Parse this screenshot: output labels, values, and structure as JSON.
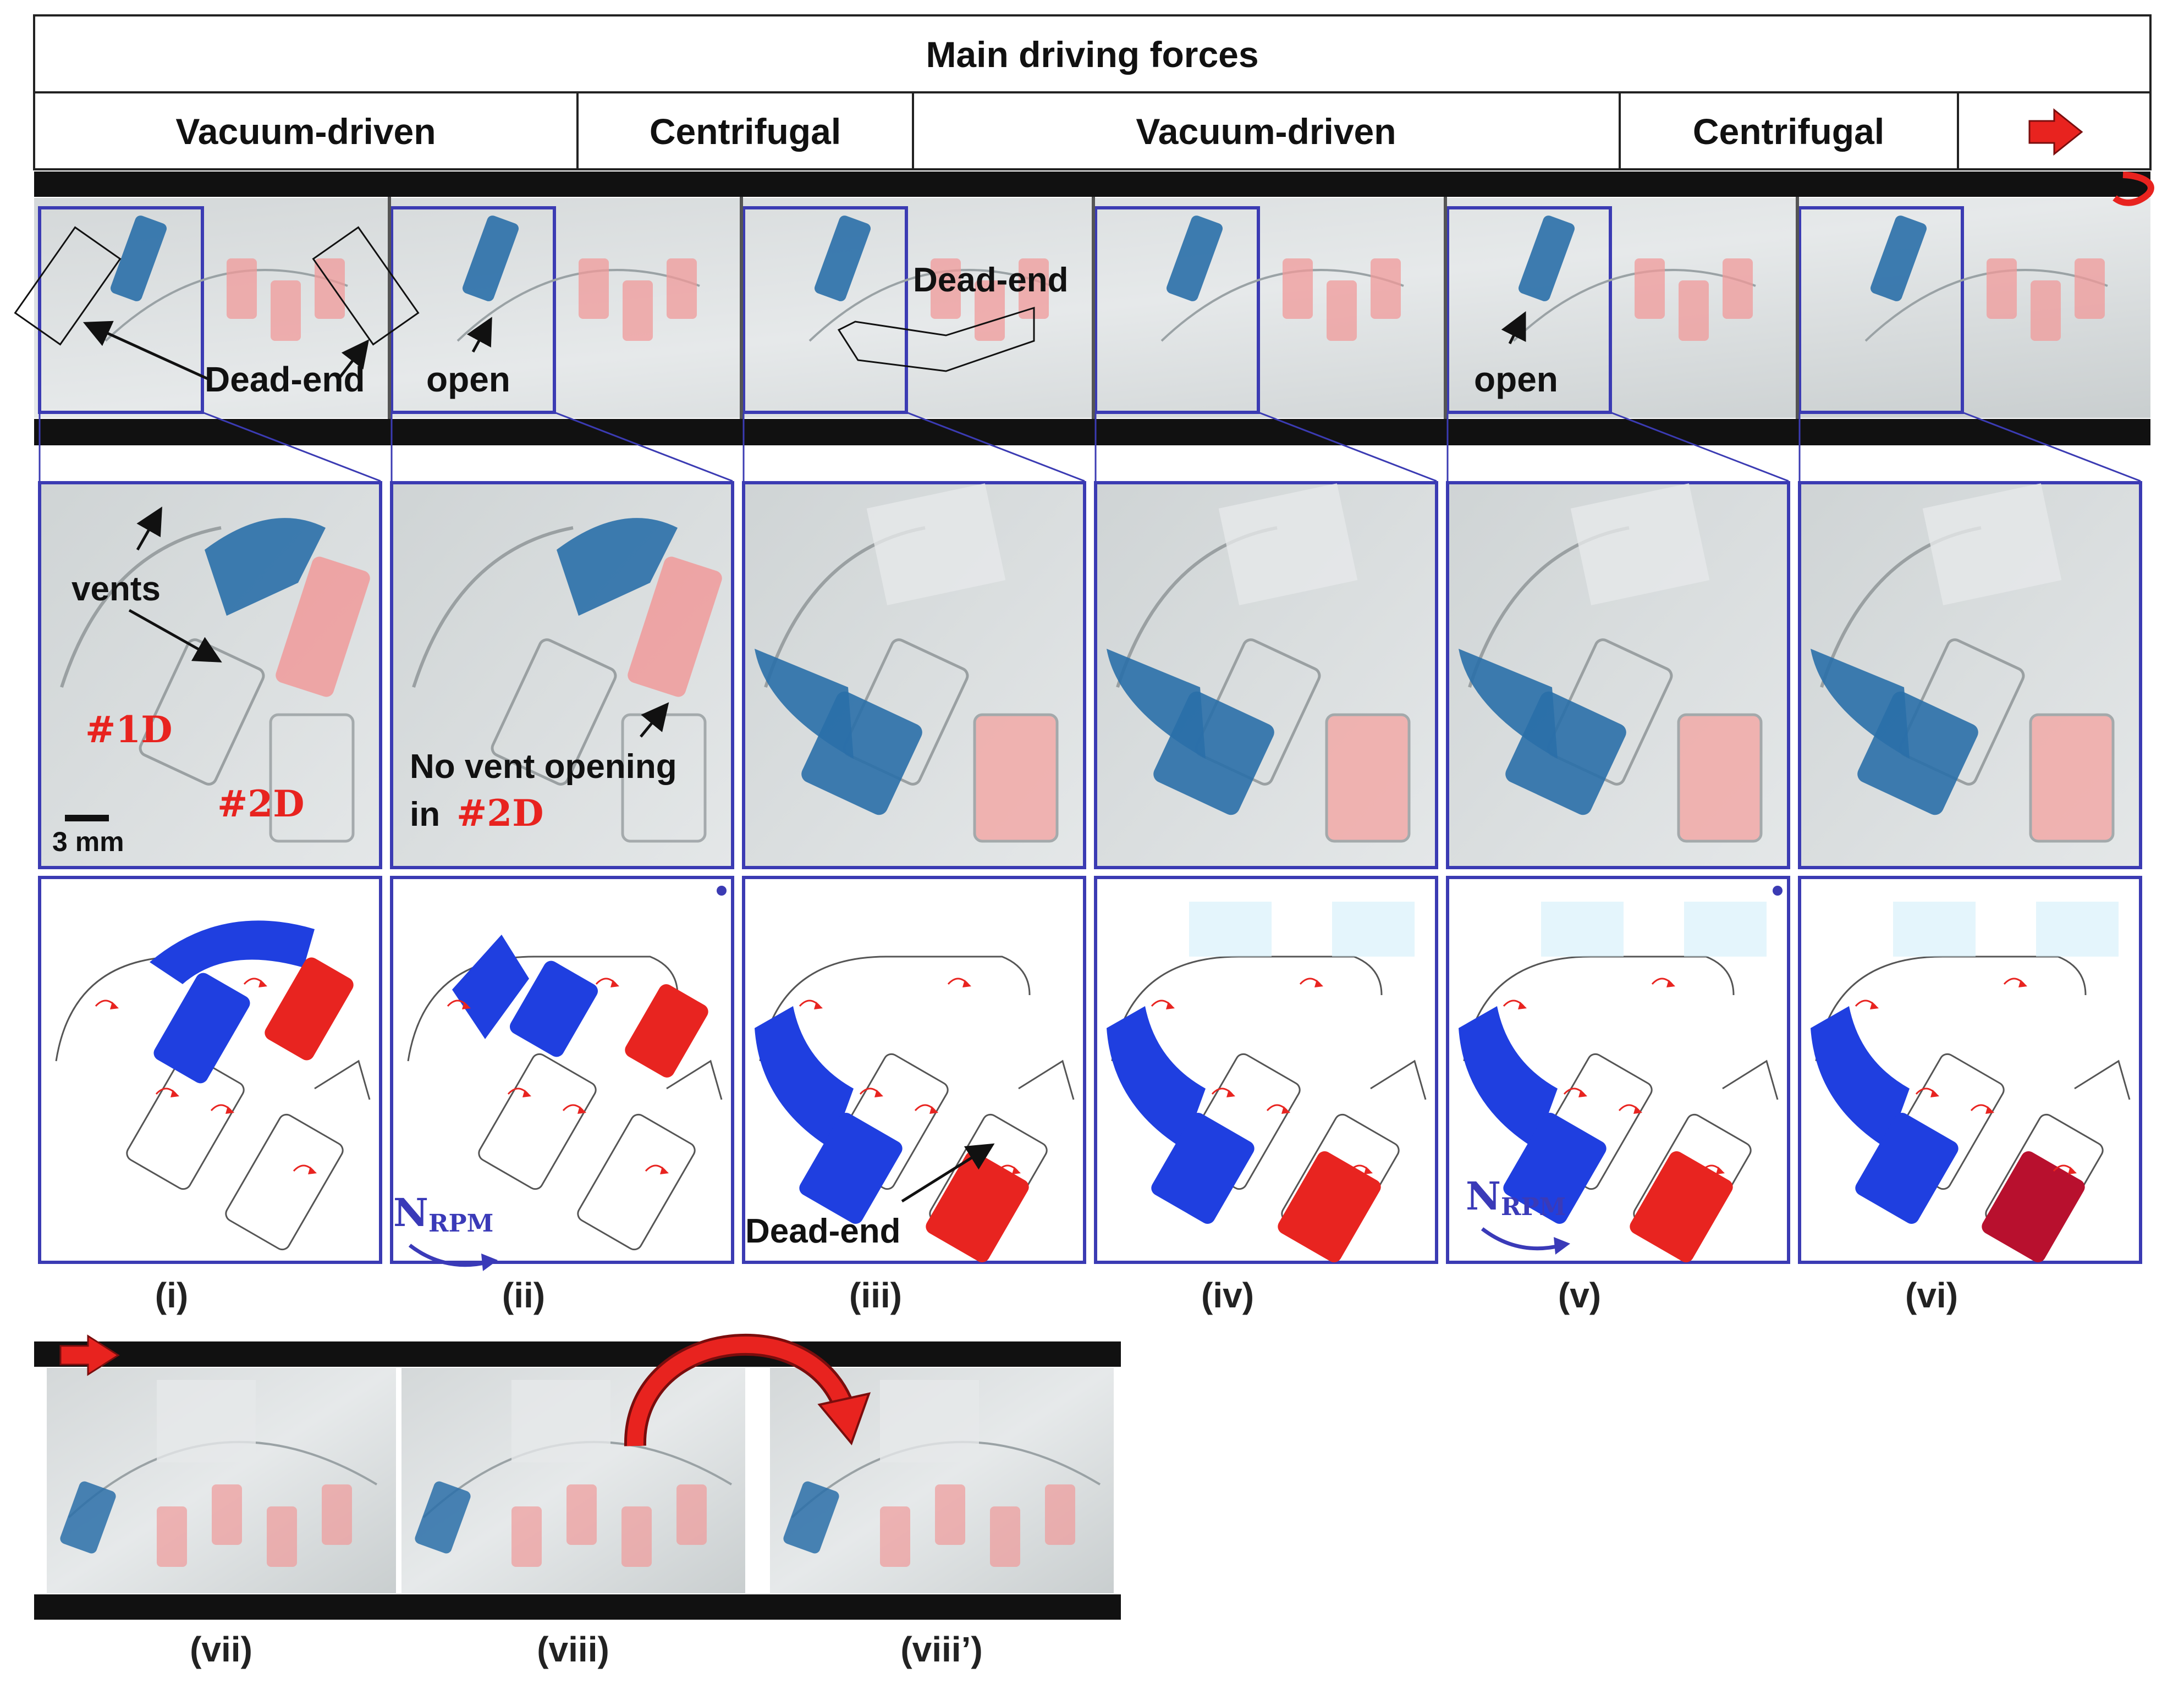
{
  "header": {
    "title": "Main driving forces",
    "segments": [
      {
        "label": "Vacuum-driven"
      },
      {
        "label": "Centrifugal"
      },
      {
        "label": "Vacuum-driven"
      },
      {
        "label": "Centrifugal"
      },
      {
        "label": "",
        "icon": "right-arrow-icon"
      }
    ]
  },
  "photo_labels": {
    "dead_end_1": "Dead-end",
    "open_1": "open",
    "dead_end_2": "Dead-end",
    "open_2": "open"
  },
  "zoom_labels": {
    "vents": "vents",
    "d1": "#1D",
    "d2": "#2D",
    "scale": "3 mm",
    "no_vent_line1": "No vent opening",
    "no_vent_in": "in",
    "no_vent_d2": "#2D"
  },
  "schematic_labels": {
    "nrpm_main": "N",
    "nrpm_sub": "RPM",
    "dead_end": "Dead-end"
  },
  "captions_top": [
    "(i)",
    "(ii)",
    "(iii)",
    "(iv)",
    "(v)",
    "(vi)"
  ],
  "captions_bottom": [
    "(vii)",
    "(viii)",
    "(viii’)"
  ],
  "colors": {
    "blue_fluid": "#1f3fe0",
    "red_fluid": "#e82420",
    "dark_red_fluid": "#b8102e",
    "frame_blue": "#3b3bb3",
    "photo_blue": "#2a6fa8",
    "photo_pink": "#f09a9a"
  }
}
